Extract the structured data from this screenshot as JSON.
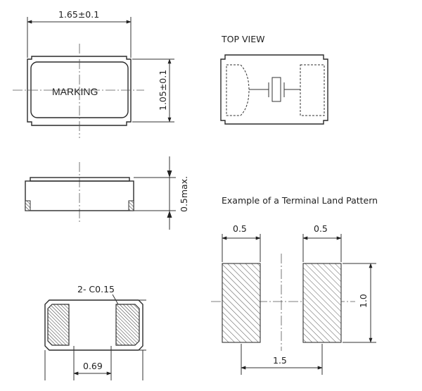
{
  "drawing": {
    "package_top": {
      "width_dim": "1.65±0.1",
      "height_dim": "1.05±0.1",
      "marking_text": "MARKING"
    },
    "top_view": {
      "title": "TOP VIEW"
    },
    "side_view": {
      "height_dim": "0.5max."
    },
    "bottom_view": {
      "chamfer_note": "2- C0.15",
      "pad_gap_dim": "0.69"
    },
    "land_pattern": {
      "title": "Example of a Terminal Land Pattern",
      "pad_left_width": "0.5",
      "pad_right_width": "0.5",
      "pad_height": "1.0",
      "pitch": "1.5"
    }
  }
}
